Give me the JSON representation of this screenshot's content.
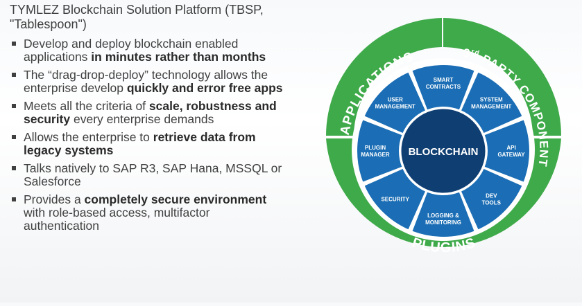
{
  "intro": "TYMLEZ Blockchain Solution Platform (TBSP, \"Tablespoon\")",
  "bullets": [
    {
      "parts": [
        {
          "t": "Develop and deploy blockchain enabled applications ",
          "b": false
        },
        {
          "t": "in minutes rather than months",
          "b": true
        }
      ]
    },
    {
      "parts": [
        {
          "t": "The “drag-drop-deploy” technology allows the enterprise develop ",
          "b": false
        },
        {
          "t": "quickly and error free apps",
          "b": true
        }
      ]
    },
    {
      "parts": [
        {
          "t": "Meets all the criteria of ",
          "b": false
        },
        {
          "t": "scale, robustness and security",
          "b": true
        },
        {
          "t": " every enterprise demands",
          "b": false
        }
      ]
    },
    {
      "parts": [
        {
          "t": "Allows the enterprise to ",
          "b": false
        },
        {
          "t": "retrieve data from legacy systems",
          "b": true
        }
      ]
    },
    {
      "parts": [
        {
          "t": "Talks natively to SAP R3, SAP Hana, MSSQL or Salesforce",
          "b": false
        }
      ]
    },
    {
      "parts": [
        {
          "t": "Provides a ",
          "b": false
        },
        {
          "t": "completely secure environment",
          "b": true
        },
        {
          "t": " with role-based access, multifactor authentication",
          "b": false
        }
      ]
    }
  ],
  "diagram": {
    "center": "BLOCKCHAIN",
    "outer": {
      "applications": "APPLICATIONS",
      "third_party_super": "rd",
      "third_party_num": "3",
      "third_party": "PARTY COMPONENTS",
      "plugins": "PLUGINS"
    },
    "segments": [
      [
        "SMART",
        "CONTRACTS"
      ],
      [
        "SYSTEM",
        "MANAGEMENT"
      ],
      [
        "API",
        "GATEWAY"
      ],
      [
        "DEV",
        "TOOLS"
      ],
      [
        "LOGGING &",
        "MONITORING"
      ],
      [
        "SECURITY"
      ],
      [
        "PLUGIN",
        "MANAGER"
      ],
      [
        "USER",
        "MANAGEMENT"
      ]
    ],
    "colors": {
      "outer_green": "#3faa4a",
      "ring_white": "#ffffff",
      "segment_blue": "#1b6eb5",
      "core_navy": "#0f3e72",
      "text_white": "#ffffff"
    }
  }
}
